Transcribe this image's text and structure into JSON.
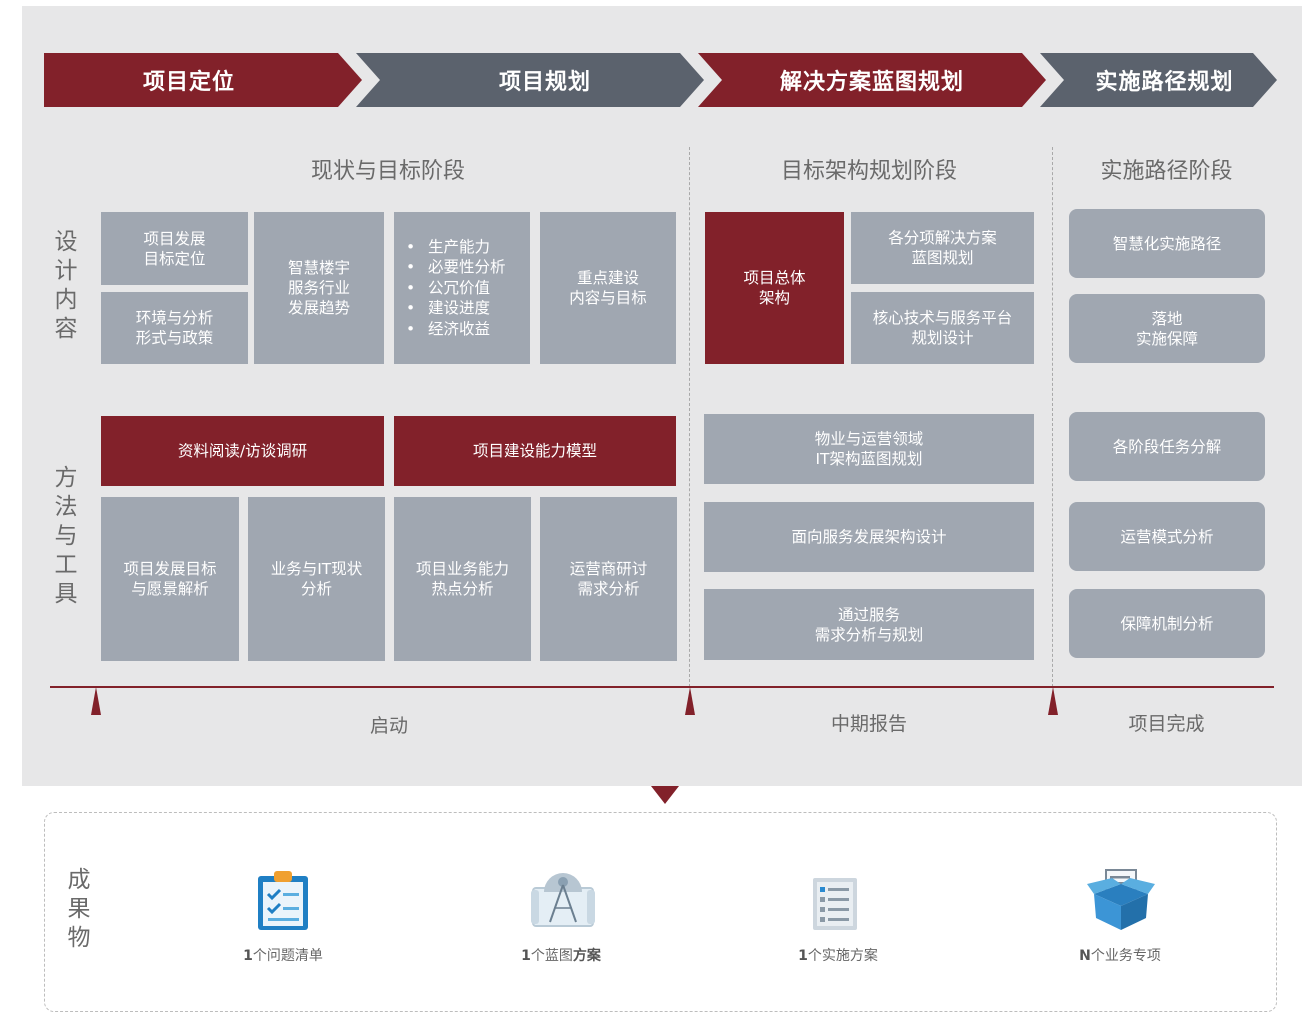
{
  "phases": [
    "项目定位",
    "项目规划",
    "解决方案蓝图规划",
    "实施路径规划"
  ],
  "stage_headers": [
    "现状与目标阶段",
    "目标架构规划阶段",
    "实施路径阶段"
  ],
  "row_labels": {
    "design": [
      "设",
      "计",
      "内",
      "容"
    ],
    "method": [
      "方",
      "法",
      "与",
      "工",
      "具"
    ],
    "output": [
      "成",
      "果",
      "物"
    ]
  },
  "design": {
    "project_goal": "项目发展\n目标定位",
    "environment": "环境与分析\n形式与政策",
    "smart_building": "智慧楼宇\n服务行业\n发展趋势",
    "capabilities": [
      "生产能力",
      "必要性分析",
      "公冗价值",
      "建设进度",
      "经济收益"
    ],
    "key_construction": "重点建设\n内容与目标",
    "overall_architecture": "项目总体\n架构",
    "sub_solutions": "各分项解决方案\n蓝图规划",
    "core_tech": "核心技术与服务平台\n规划设计",
    "smart_path": "智慧化实施路径",
    "landing": "落地\n实施保障"
  },
  "methods": {
    "research": "资料阅读/访谈调研",
    "capability_model": "项目建设能力模型",
    "goal_vision": "项目发展目标\n与愿景解析",
    "business_it": "业务与IT现状\n分析",
    "business_capability": "项目业务能力\n热点分析",
    "operation_discussion": "运营商研讨\n需求分析",
    "it_blueprint": "物业与运营领域\nIT架构蓝图规划",
    "service_arch": "面向服务发展架构设计",
    "service_analysis": "通过服务\n需求分析与规划",
    "task_decompose": "各阶段任务分解",
    "operation_mode": "运营模式分析",
    "guarantee": "保障机制分析"
  },
  "milestones": [
    "启动",
    "中期报告",
    "项目完成"
  ],
  "deliverables": [
    {
      "count": "1",
      "label": "个问题清单",
      "bold_suffix": "",
      "icon": "clipboard-checklist-icon"
    },
    {
      "count": "1",
      "label": "个蓝图",
      "bold_suffix": "方案",
      "icon": "blueprint-compass-icon"
    },
    {
      "count": "1",
      "label": "个实施方案",
      "bold_suffix": "",
      "icon": "document-list-icon"
    },
    {
      "count": "N",
      "label": "个业务专项",
      "bold_suffix": "",
      "icon": "open-box-icon"
    }
  ],
  "colors": {
    "accent_red": "#82212a",
    "slate": "#5b626d",
    "box_gray": "#a0a7b1",
    "panel": "#e7e7e8"
  }
}
